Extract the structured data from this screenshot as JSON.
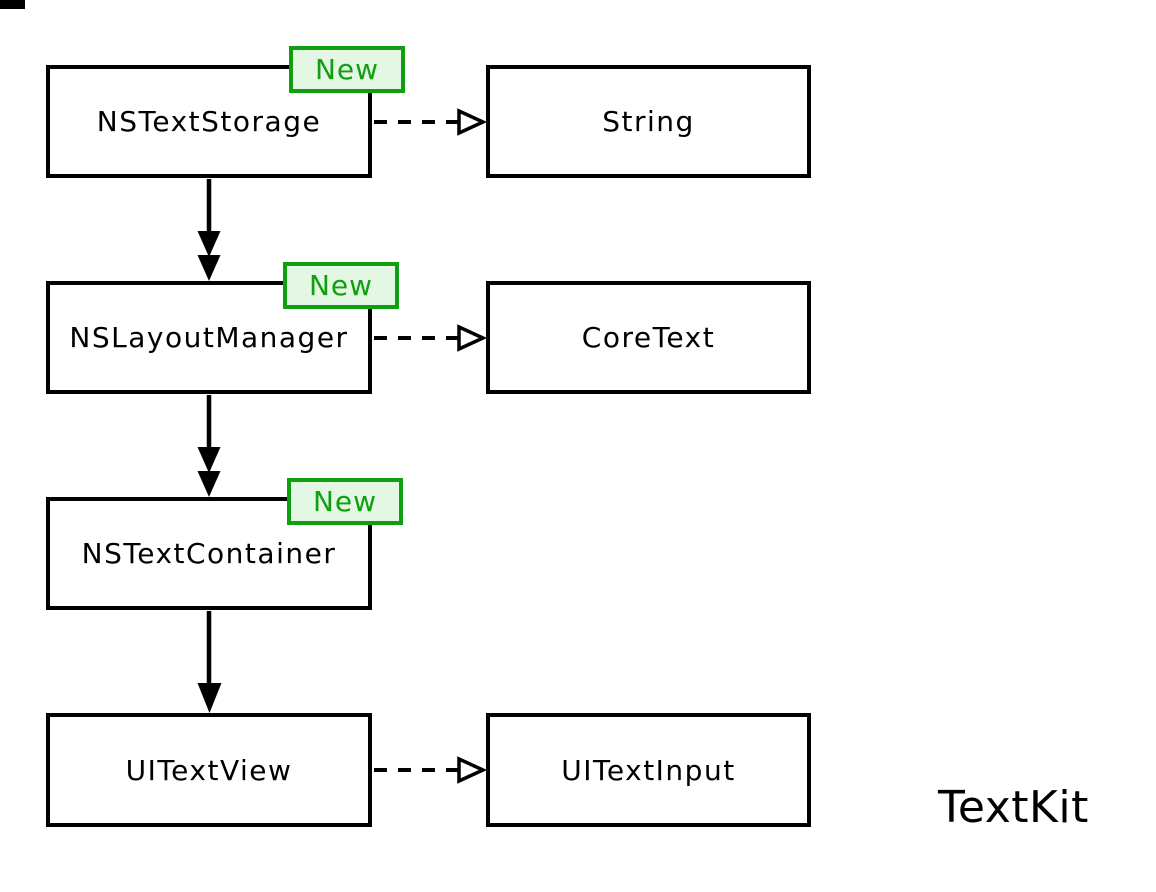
{
  "diagram": {
    "caption": "TextKit",
    "badge_label": "New",
    "colors": {
      "line": "#000000",
      "box_fill": "#ffffff",
      "accent_green": "#0f9f0f",
      "badge_fill": "#e4f6e4"
    },
    "nodes": [
      {
        "id": "nstextstorage",
        "label": "NSTextStorage",
        "badge": "New"
      },
      {
        "id": "string",
        "label": "String",
        "badge": null
      },
      {
        "id": "nslayoutmanager",
        "label": "NSLayoutManager",
        "badge": "New"
      },
      {
        "id": "coretext",
        "label": "CoreText",
        "badge": null
      },
      {
        "id": "nstextcontainer",
        "label": "NSTextContainer",
        "badge": "New"
      },
      {
        "id": "uitextview",
        "label": "UITextView",
        "badge": null
      },
      {
        "id": "uitextinput",
        "label": "UITextInput",
        "badge": null
      }
    ],
    "edges": [
      {
        "from": "NSTextStorage",
        "to": "NSLayoutManager",
        "type": "solid-double-arrowhead"
      },
      {
        "from": "NSLayoutManager",
        "to": "NSTextContainer",
        "type": "solid-double-arrowhead"
      },
      {
        "from": "NSTextContainer",
        "to": "UITextView",
        "type": "solid-single-arrowhead"
      },
      {
        "from": "NSTextStorage",
        "to": "String",
        "type": "dashed-open-arrowhead"
      },
      {
        "from": "NSLayoutManager",
        "to": "CoreText",
        "type": "dashed-open-arrowhead"
      },
      {
        "from": "UITextView",
        "to": "UITextInput",
        "type": "dashed-open-arrowhead"
      }
    ]
  }
}
